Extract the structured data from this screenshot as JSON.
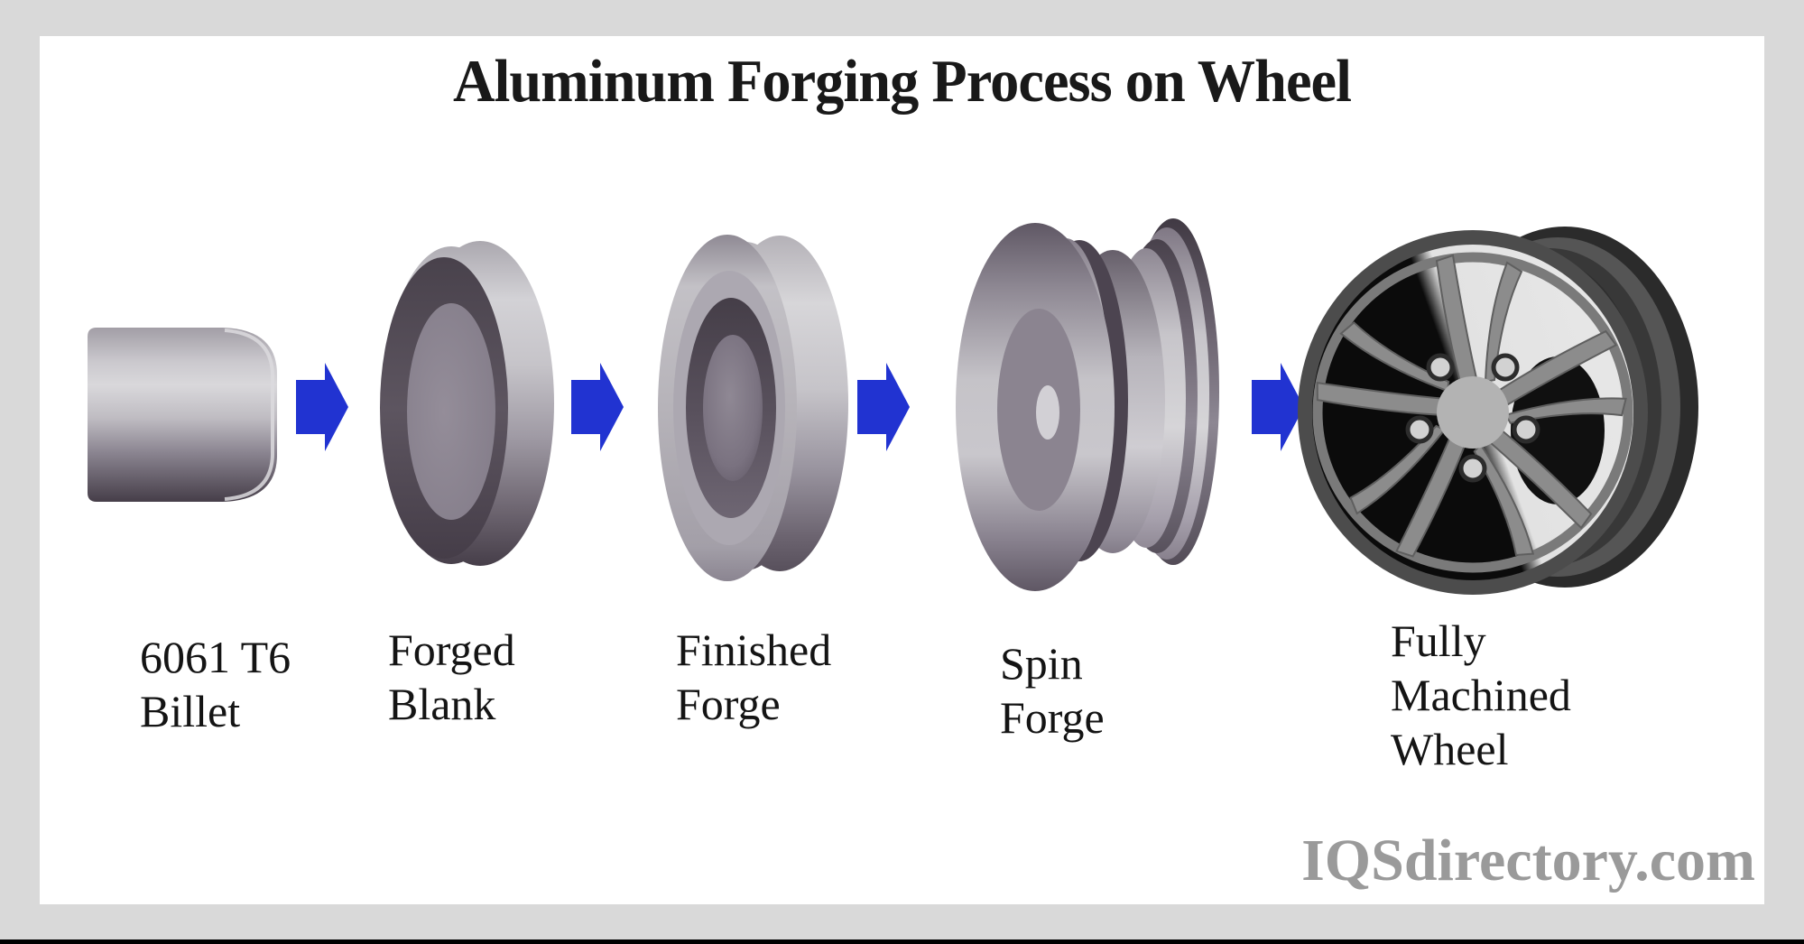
{
  "title": {
    "text": "Aluminum Forging Process on Wheel",
    "color": "#191919"
  },
  "watermark": {
    "text": "IQSdirectory.com",
    "color": "#9a9a9a"
  },
  "frame": {
    "outer_color": "#d9d9d9",
    "panel_color": "#ffffff",
    "bottom_bar_color": "#000000"
  },
  "arrow": {
    "color": "#2133d1",
    "count": 4,
    "direction": "right"
  },
  "stages": [
    {
      "id": "billet",
      "label": "6061 T6\nBillet"
    },
    {
      "id": "forged-blank",
      "label": "Forged\nBlank"
    },
    {
      "id": "finished-forge",
      "label": "Finished\nForge"
    },
    {
      "id": "spin-forge",
      "label": "Spin\nForge"
    },
    {
      "id": "fully-machined-wheel",
      "label": "Fully\nMachined\nWheel"
    }
  ],
  "palette": {
    "metal_highlight": "#d9d8db",
    "metal_mid": "#9b96a0",
    "metal_dark": "#463e49",
    "wheel_barrel_dark": "#2b2b2b",
    "wheel_spoke_gray": "#8c8c8c",
    "wheel_window_light": "#e2e2e2",
    "label_color": "#141414"
  }
}
